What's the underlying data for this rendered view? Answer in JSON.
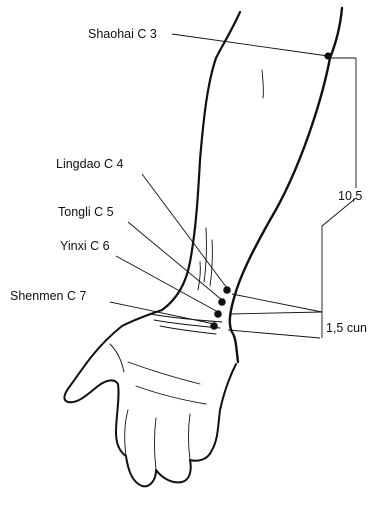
{
  "points": [
    {
      "name": "Shaohai C 3"
    },
    {
      "name": "Lingdao C 4"
    },
    {
      "name": "Tongli C 5"
    },
    {
      "name": "Yinxi C 6"
    },
    {
      "name": "Shenmen C 7"
    }
  ],
  "measurements": {
    "forearm": "10,5",
    "wrist": "1,5 cun"
  },
  "colors": {
    "line": "#111111",
    "background": "#ffffff"
  }
}
